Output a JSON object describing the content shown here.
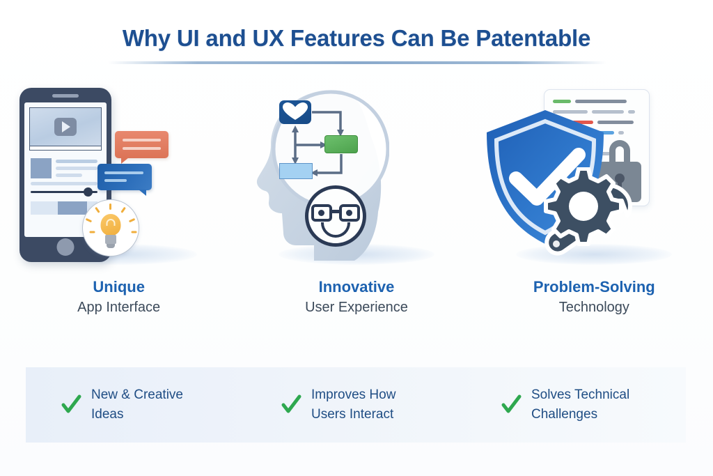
{
  "header": {
    "title": "Why UI and UX Features Can Be Patentable",
    "title_color": "#1d4f91",
    "rule_color": "#8cacce"
  },
  "columns": [
    {
      "id": "unique-app-interface",
      "caption_main": "Unique",
      "caption_sub": "App Interface",
      "illustration": "phone-lightbulb-illustration",
      "icons": [
        "smartphone-icon",
        "play-button-icon",
        "slider-icon",
        "chat-bubble-icon",
        "lightbulb-icon"
      ],
      "colors": {
        "phone": "#3c4a63",
        "bubble_salmon": "#dc7457",
        "bubble_blue": "#2d6fbb",
        "bulb": "#f0ae3c"
      }
    },
    {
      "id": "innovative-user-experience",
      "caption_main": "Innovative",
      "caption_sub": "User Experience",
      "illustration": "head-flowchart-illustration",
      "icons": [
        "head-silhouette-icon",
        "heart-icon",
        "flowchart-icon",
        "smiley-face-icon",
        "glasses-icon"
      ],
      "colors": {
        "head": "#c7d3e2",
        "heart_box": "#1d5697",
        "green_box": "#5cb85c",
        "blue_box": "#a4d1f2",
        "face_outline": "#2b3a55"
      }
    },
    {
      "id": "problem-solving-technology",
      "caption_main": "Problem-Solving",
      "caption_sub": "Technology",
      "illustration": "shield-lock-tools-illustration",
      "icons": [
        "shield-check-icon",
        "code-window-icon",
        "padlock-icon",
        "gear-icon",
        "wrench-icon"
      ],
      "colors": {
        "shield": "#2a6cc0",
        "check": "#ffffff",
        "lock": "#7b8794",
        "tools": "#3d4f63"
      }
    }
  ],
  "benefits": {
    "background": "#eef3fa",
    "check_color": "#2ea84f",
    "text_color": "#1f4d84",
    "items": [
      {
        "icon": "check-icon",
        "line1": "New & Creative",
        "line2": "Ideas"
      },
      {
        "icon": "check-icon",
        "line1": "Improves How",
        "line2": "Users Interact"
      },
      {
        "icon": "check-icon",
        "line1": "Solves Technical",
        "line2": "Challenges"
      }
    ]
  },
  "code_lines": [
    {
      "segments": [
        {
          "w": 26,
          "c": "#6aba6a"
        },
        {
          "w": 74,
          "c": "#828d9d"
        }
      ]
    },
    {
      "segments": [
        {
          "w": 50,
          "c": "#b6c0cd"
        },
        {
          "w": 46,
          "c": "#b6c0cd"
        },
        {
          "w": 10,
          "c": "#b6c0cd"
        }
      ]
    },
    {
      "segments": [
        {
          "w": 22,
          "c": "#e8b44a"
        },
        {
          "w": 30,
          "c": "#e2574c"
        },
        {
          "w": 52,
          "c": "#828d9d"
        }
      ]
    },
    {
      "segments": [
        {
          "w": 20,
          "c": "#9b8ad4"
        },
        {
          "w": 62,
          "c": "#5ba3e0"
        },
        {
          "w": 8,
          "c": "#b6c0cd"
        }
      ]
    },
    {
      "segments": [
        {
          "w": 7,
          "c": "#828d9d"
        },
        {
          "w": 5,
          "c": "#828d9d"
        },
        {
          "w": 48,
          "c": "#828d9d"
        }
      ]
    },
    {
      "segments": [
        {
          "w": 9,
          "c": "#b6c0cd"
        },
        {
          "w": 6,
          "c": "#b6c0cd"
        },
        {
          "w": 60,
          "c": "#b6c0cd"
        }
      ]
    },
    {
      "segments": [
        {
          "w": 34,
          "c": "#828d9d"
        },
        {
          "w": 14,
          "c": "#b6c0cd"
        }
      ]
    },
    {
      "segments": [
        {
          "w": 30,
          "c": "#e8b44a"
        },
        {
          "w": 24,
          "c": "#e2574c"
        }
      ]
    },
    {
      "segments": [
        {
          "w": 26,
          "c": "#5ba3e0"
        },
        {
          "w": 30,
          "c": "#b6c0cd"
        }
      ]
    },
    {
      "segments": [
        {
          "w": 24,
          "c": "#6aba6a"
        },
        {
          "w": 20,
          "c": "#e8b44a"
        }
      ]
    }
  ]
}
